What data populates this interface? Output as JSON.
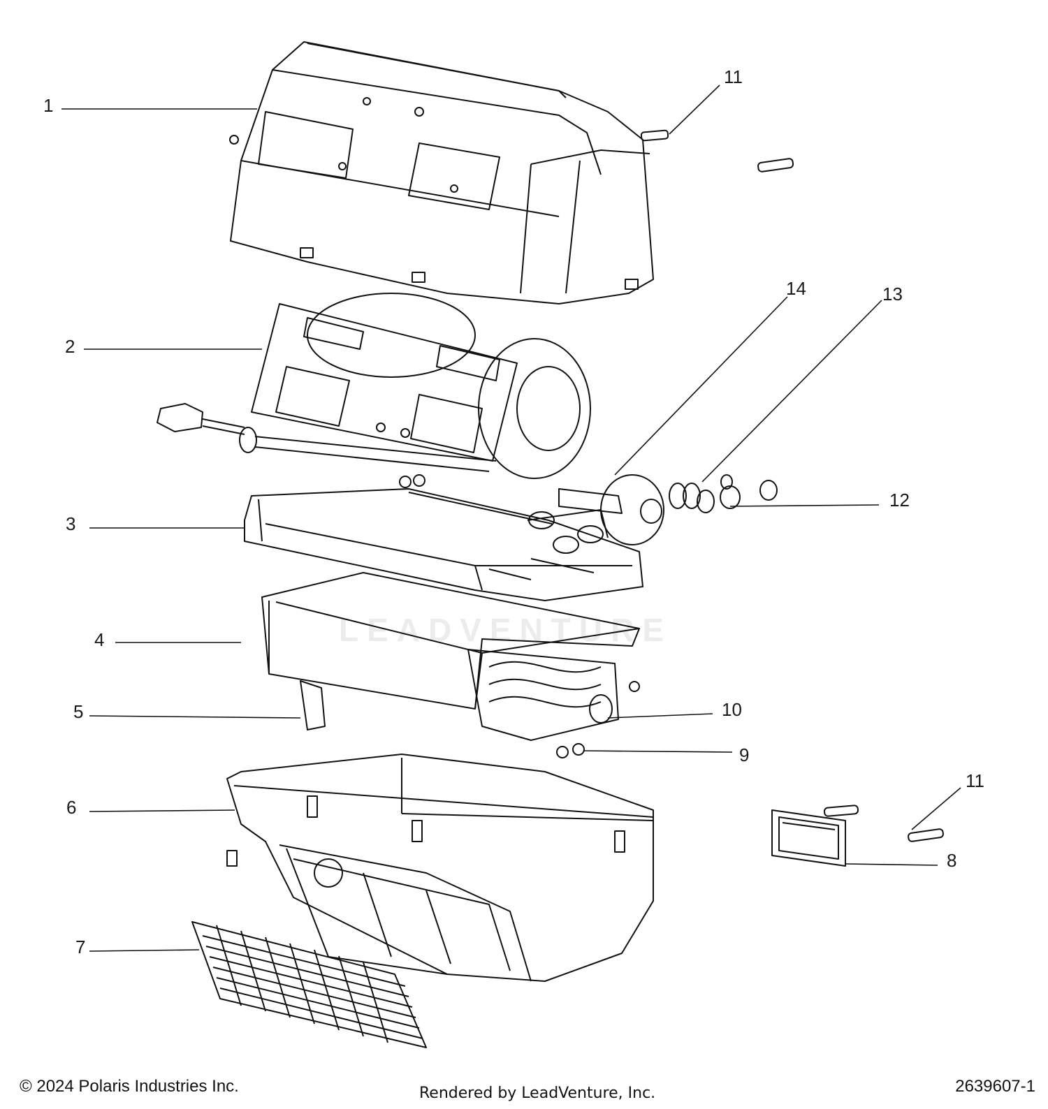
{
  "watermark": {
    "text": "LEADVENTURE"
  },
  "callouts": [
    {
      "id": "1",
      "label": "1"
    },
    {
      "id": "2",
      "label": "2"
    },
    {
      "id": "3",
      "label": "3"
    },
    {
      "id": "4",
      "label": "4"
    },
    {
      "id": "5",
      "label": "5"
    },
    {
      "id": "6",
      "label": "6"
    },
    {
      "id": "7",
      "label": "7"
    },
    {
      "id": "8",
      "label": "8"
    },
    {
      "id": "9",
      "label": "9"
    },
    {
      "id": "10",
      "label": "10"
    },
    {
      "id": "11a",
      "label": "11"
    },
    {
      "id": "11b",
      "label": "11"
    },
    {
      "id": "12",
      "label": "12"
    },
    {
      "id": "13",
      "label": "13"
    },
    {
      "id": "14",
      "label": "14"
    }
  ],
  "footer": {
    "copyright": "© 2024 Polaris Industries Inc.",
    "rendered_by": "Rendered by LeadVenture, Inc.",
    "diagram_number": "2639607-1"
  }
}
